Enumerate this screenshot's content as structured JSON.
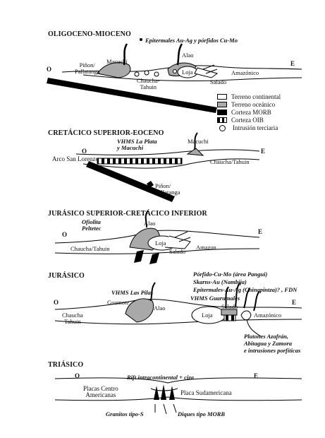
{
  "panels": [
    {
      "title": "OLIGOCENO-MIOCENO",
      "labels": {
        "west": "O",
        "east": "E",
        "epithermal": "Epitermales Au-Ag y pórfidos Cu-Mo",
        "pinon": "Piñon/\nPallatanga",
        "macuchi": "Macuchi",
        "alao": "Alao",
        "loja": "Loja",
        "amazonico": "Amazónico",
        "salado": "Salado",
        "chaucha": "Chaucha-\nTahuin"
      }
    },
    {
      "title": "CRETÁCICO SUPERIOR-EOCENO",
      "labels": {
        "west": "O",
        "east": "E",
        "vhms": "VHMS La Plata\ny Macuchi",
        "macuchi": "Macuchi",
        "arco": "Arco San Lorenzo",
        "chaucha": "Chaucha/Tahuin",
        "pinon": "Piñon/\nPallatanga"
      }
    },
    {
      "title": "JURÁSICO SUPERIOR-CRETÁCICO INFERIOR",
      "labels": {
        "ofiolita": "Ofiolita\nPeltetec",
        "west": "O",
        "alao": "Alao",
        "east": "E",
        "loja": "Loja",
        "chaucha": "Chaucha/Tahuin",
        "salado": "Salado",
        "amazon": "Amazon"
      }
    },
    {
      "title": "JURÁSICO",
      "labels": {
        "porfido": "Pórfido-Cu-Mo (área Pangui)",
        "skarns": "Skarns-Au (Nambija)",
        "epitermales": "Epitermales-Au-Ag (Chinapintza)? , FDN",
        "vhms_pilas": "VHMS Las Pilas",
        "vhms_guarumales": "VHMS Guarumales",
        "west": "O",
        "east": "E",
        "guamote": "Guamote",
        "alao": "Alao",
        "salado": "Salado",
        "chaucha": "Chaucha\nTahuin",
        "loja": "Loja",
        "amazonico": "Amazónico",
        "plutones": "Plutones Azafrán,\nAbitagua y Zamora\ne intrusiones porfíticas"
      }
    },
    {
      "title": "TRIÁSICO",
      "labels": {
        "west": "O",
        "east": "E",
        "rift": "Rift intracontinental + ciza",
        "placas_centro": "Placas Centro\nAmericanas",
        "placa_sud": "Placa Sudamericana",
        "granitos": "Granitos tipo-S",
        "diques": "Diques tipo MORB"
      }
    }
  ],
  "legend": [
    {
      "label": "Terreno continental",
      "fill": "#ffffff"
    },
    {
      "label": "Terreno oceánico",
      "fill": "#a9a9a9"
    },
    {
      "label": "Corteza MORB",
      "fill": "#000000"
    },
    {
      "label": "Corteza OIB",
      "fill": "striped"
    },
    {
      "label": "Intrusión terciaria",
      "fill": "circle"
    }
  ]
}
